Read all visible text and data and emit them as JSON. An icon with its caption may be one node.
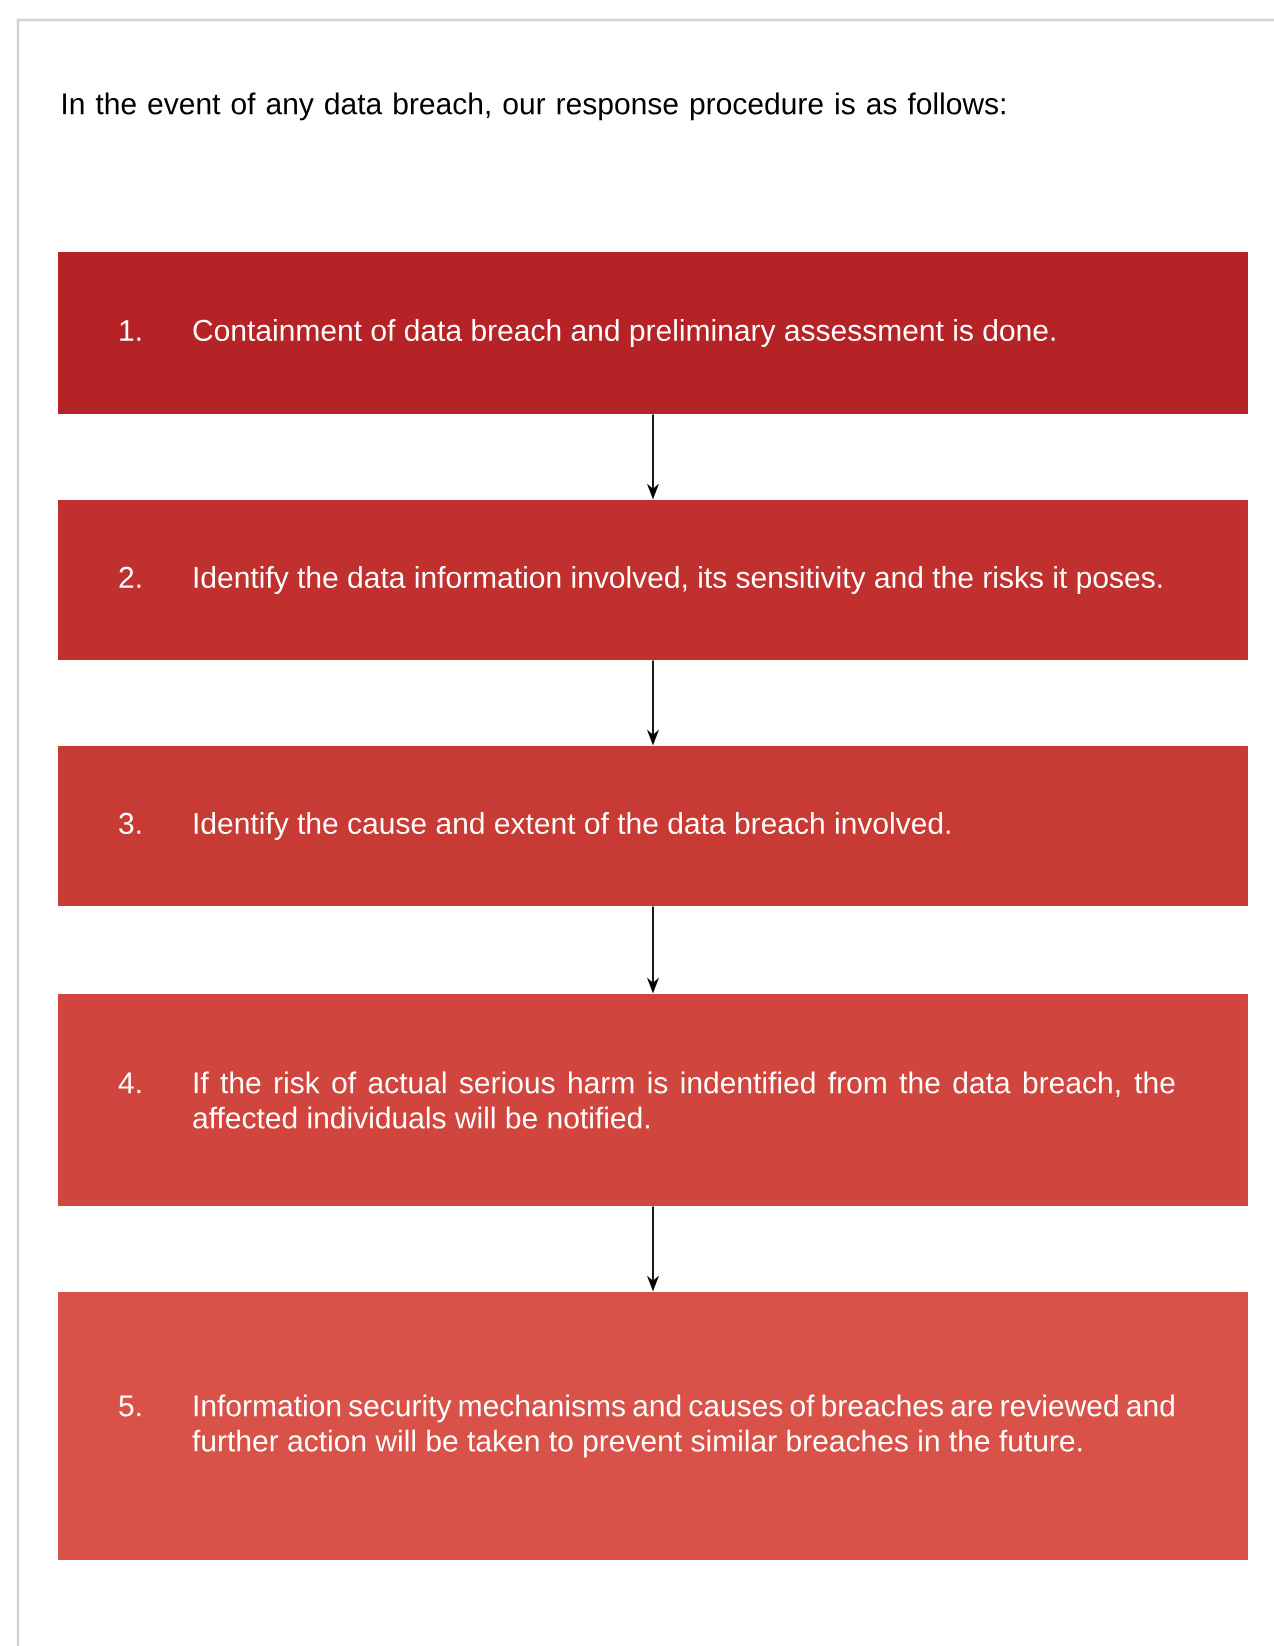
{
  "diagram": {
    "title": "In the event of any data breach, our response procedure is as follows:",
    "nodes": [
      {
        "text": [
          "1.",
          "Containment of data breach and preliminary assessment is done."
        ]
      },
      {
        "text": [
          "2.",
          "Identify the data information involved, its sensitivity and the risks it poses."
        ]
      },
      {
        "text": [
          "3.",
          "Identify the cause and extent of the data breach involved."
        ]
      },
      {
        "text": [
          "4.",
          "If the risk of actual serious harm is indentified from the data breach, the affected individuals will be notified."
        ]
      },
      {
        "text": [
          "5.",
          "Information security mechanisms and causes of breaches are reviewed and further action will be taken to prevent similar breaches in the future."
        ]
      }
    ],
    "edges": [
      {
        "from": 0,
        "to": 1,
        "arrow": "to"
      },
      {
        "from": 1,
        "to": 2,
        "arrow": "to"
      },
      {
        "from": 2,
        "to": 3,
        "arrow": "to"
      },
      {
        "from": 3,
        "to": 4,
        "arrow": "to"
      }
    ]
  }
}
